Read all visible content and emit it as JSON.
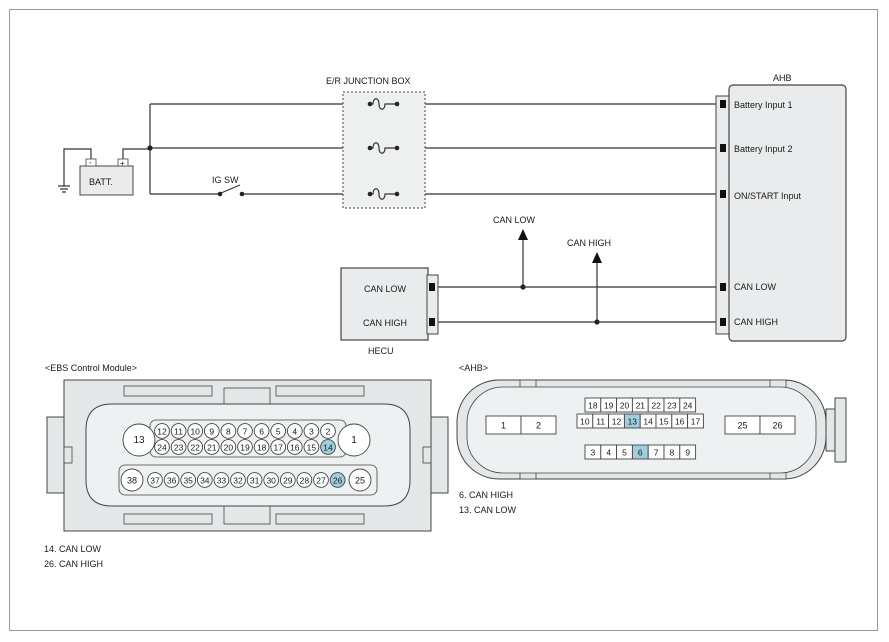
{
  "wiring": {
    "junction_box_label": "E/R JUNCTION BOX",
    "battery_label": "BATT.",
    "battery_minus": "-",
    "battery_plus": "+",
    "ig_switch_label": "IG SW",
    "ahb_label": "AHB",
    "ahb_pins": [
      "Battery Input 1",
      "Battery Input 2",
      "ON/START Input",
      "CAN LOW",
      "CAN HIGH"
    ],
    "hecu_label": "HECU",
    "hecu_pins": [
      "CAN LOW",
      "CAN HIGH"
    ],
    "can_low_arrow": "CAN LOW",
    "can_high_arrow": "CAN HIGH"
  },
  "ebs_connector": {
    "title": "<EBS Control Module>",
    "row1": [
      "12",
      "11",
      "10",
      "9",
      "8",
      "7",
      "6",
      "5",
      "4",
      "3",
      "2"
    ],
    "row2": [
      "24",
      "23",
      "22",
      "21",
      "20",
      "19",
      "18",
      "17",
      "16",
      "15",
      "14"
    ],
    "row3": [
      "37",
      "36",
      "35",
      "34",
      "33",
      "32",
      "31",
      "30",
      "29",
      "28",
      "27",
      "26"
    ],
    "big_pins": [
      "13",
      "1",
      "38",
      "25"
    ],
    "highlighted": [
      "14",
      "26"
    ],
    "notes": [
      "14. CAN LOW",
      "26. CAN HIGH"
    ]
  },
  "ahb_connector": {
    "title": "<AHB>",
    "left_pins": [
      "1",
      "2"
    ],
    "row1": [
      "18",
      "19",
      "20",
      "21",
      "22",
      "23",
      "24"
    ],
    "row2": [
      "10",
      "11",
      "12",
      "13",
      "14",
      "15",
      "16",
      "17"
    ],
    "row3": [
      "3",
      "4",
      "5",
      "6",
      "7",
      "8",
      "9"
    ],
    "right_pins": [
      "25",
      "26"
    ],
    "highlighted": [
      "6",
      "13"
    ],
    "notes": [
      "6. CAN HIGH",
      "13. CAN LOW"
    ]
  },
  "colors": {
    "highlight": "#9fcfdd",
    "connector_fill": "#e3e7e8",
    "wire": "#333333"
  }
}
